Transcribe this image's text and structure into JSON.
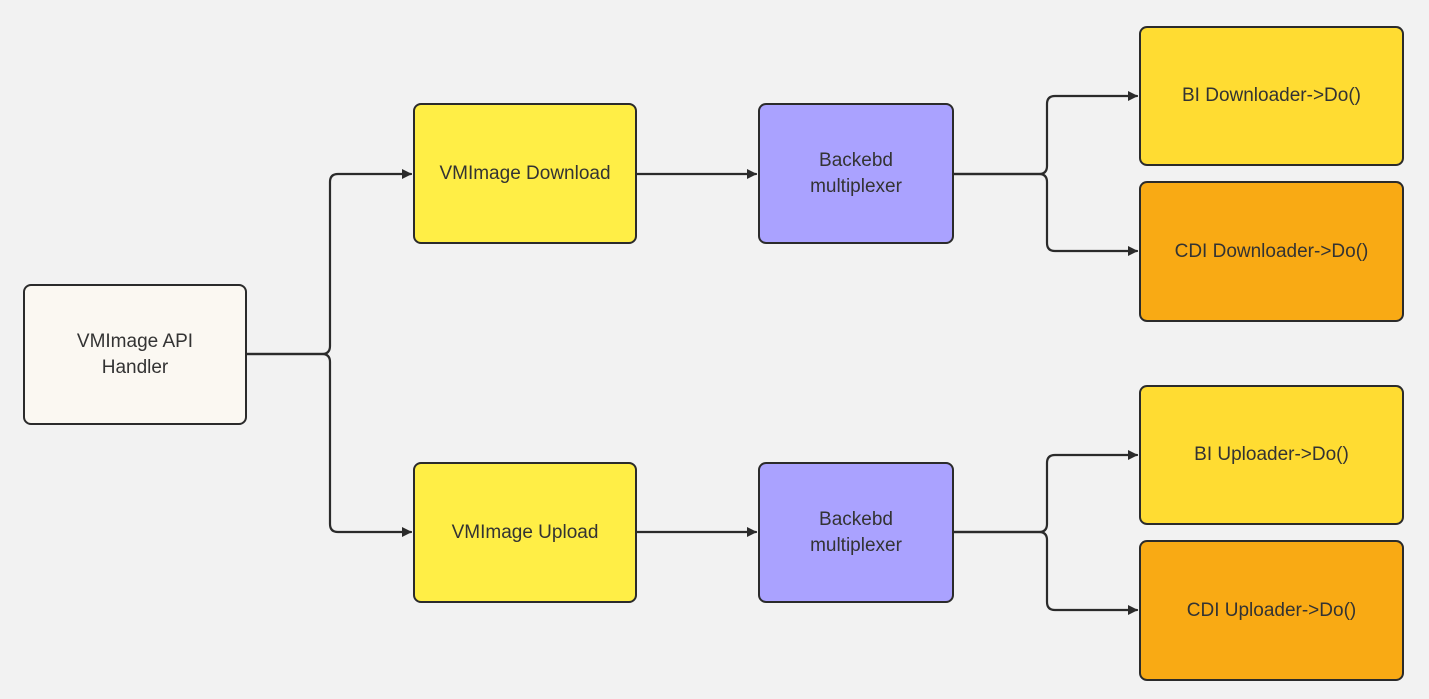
{
  "diagram": {
    "nodes": {
      "handler": {
        "label": "VMImage API\nHandler"
      },
      "vmimage_download": {
        "label": "VMImage Download"
      },
      "vmimage_upload": {
        "label": "VMImage Upload"
      },
      "mux_download": {
        "label": "Backebd\nmultiplexer"
      },
      "mux_upload": {
        "label": "Backebd\nmultiplexer"
      },
      "bi_downloader": {
        "label": "BI Downloader->Do()"
      },
      "cdi_downloader": {
        "label": "CDI Downloader->Do()"
      },
      "bi_uploader": {
        "label": "BI Uploader->Do()"
      },
      "cdi_uploader": {
        "label": "CDI Uploader->Do()"
      }
    },
    "edges": [
      {
        "from": "handler",
        "to": "vmimage_download"
      },
      {
        "from": "handler",
        "to": "vmimage_upload"
      },
      {
        "from": "vmimage_download",
        "to": "mux_download"
      },
      {
        "from": "vmimage_upload",
        "to": "mux_upload"
      },
      {
        "from": "mux_download",
        "to": "bi_downloader"
      },
      {
        "from": "mux_download",
        "to": "cdi_downloader"
      },
      {
        "from": "mux_upload",
        "to": "bi_uploader"
      },
      {
        "from": "mux_upload",
        "to": "cdi_uploader"
      }
    ],
    "colors": {
      "background": "#f2f2f2",
      "handler": "#fbf8f2",
      "vmimage": "#ffee46",
      "multiplexer": "#aaa2ff",
      "bi": "#ffdc32",
      "cdi": "#f9aa14",
      "stroke": "#2b2b2b"
    }
  }
}
